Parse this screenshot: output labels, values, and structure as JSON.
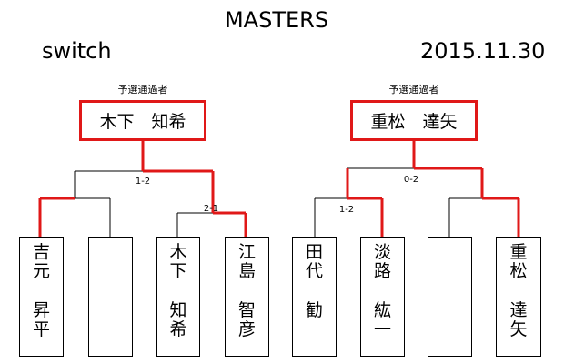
{
  "title": "MASTERS",
  "event": "switch",
  "date": "2015.11.30",
  "left_block": {
    "qualifier_label": "予選通過者",
    "winner": "木下　知希",
    "final_score": "1-2",
    "sub_score": "2-1"
  },
  "right_block": {
    "qualifier_label": "予選通過者",
    "winner": "重松　達矢",
    "final_score": "0-2",
    "sub_score": "1-2"
  },
  "players": [
    {
      "family": "吉元",
      "given": "昇平"
    },
    {
      "family": "",
      "given": ""
    },
    {
      "family": "木下",
      "given": "知希"
    },
    {
      "family": "江島",
      "given": "智彦"
    },
    {
      "family": "田代",
      "given": "勧"
    },
    {
      "family": "淡路",
      "given": "紘一"
    },
    {
      "family": "",
      "given": ""
    },
    {
      "family": "重松",
      "given": "達矢"
    }
  ],
  "colors": {
    "win_line": "#e01818",
    "line": "#000000"
  }
}
